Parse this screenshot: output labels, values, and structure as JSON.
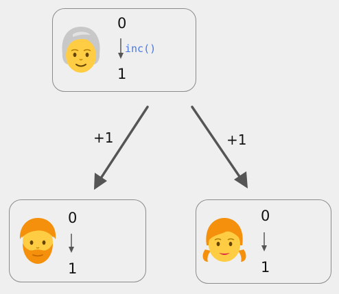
{
  "nodes": {
    "top": {
      "avatar": "older-person-emoji",
      "before": "0",
      "after": "1",
      "operation": "inc()"
    },
    "left": {
      "avatar": "bearded-man-emoji",
      "before": "0",
      "after": "1"
    },
    "right": {
      "avatar": "girl-emoji",
      "before": "0",
      "after": "1"
    }
  },
  "edges": {
    "left": "+1",
    "right": "+1"
  },
  "colors": {
    "background": "#efefef",
    "border": "#8a8a8a",
    "arrow": "#555555",
    "operation_text": "#4a78e0",
    "skin": "#ffcd44",
    "gray_hair": "#c8c8c8",
    "ginger_hair": "#f4900c"
  }
}
